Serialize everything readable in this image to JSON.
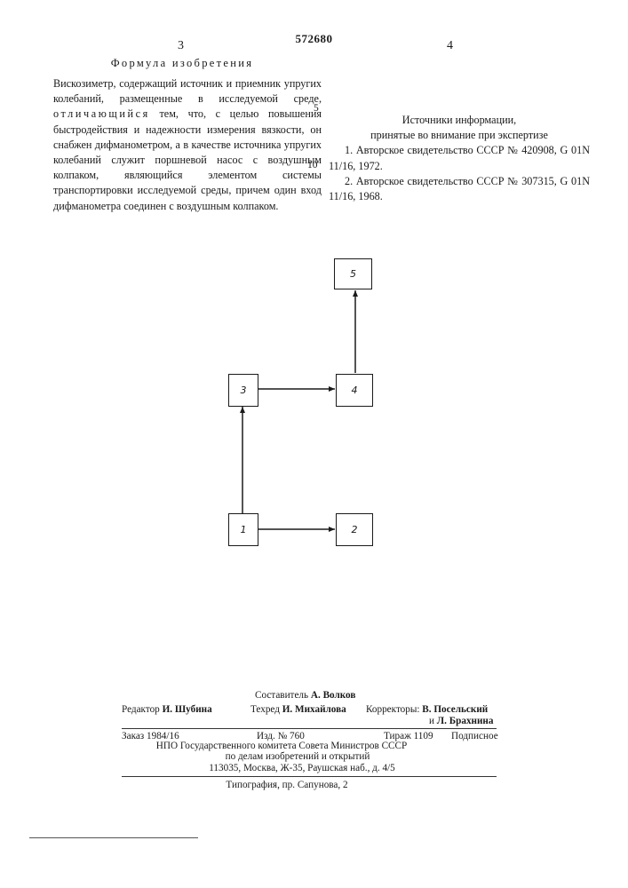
{
  "header": {
    "patent_number": "572680",
    "left_column_number": "3",
    "right_column_number": "4"
  },
  "claims": {
    "title": "Формула изобретения",
    "text_before": "Вискозиметр, содержащий источник и приемник упругих колебаний, размещенные в исследуемой среде, ",
    "emphasis": "отличающийся",
    "text_after": " тем, что, с целью повышения быстродействия и надежности измерения вязкости, он снабжен дифманометром, а в качестве источника упругих колебаний служит поршневой насос с воздушным колпаком, являющийся элементом системы транспортировки исследуемой среды, причем один вход дифманометра соединен с воздушным колпаком."
  },
  "line_numbers": [
    "5",
    "10"
  ],
  "sources": {
    "title": "Источники информации,",
    "subtitle": "принятые во внимание при экспертизе",
    "items": [
      "1. Авторское свидетельство СССР № 420908, G 01N 11/16, 1972.",
      "2. Авторское свидетельство СССР № 307315, G 01N 11/16, 1968."
    ]
  },
  "diagram": {
    "blocks": [
      {
        "id": "1",
        "label": "1"
      },
      {
        "id": "2",
        "label": "2"
      },
      {
        "id": "3",
        "label": "3"
      },
      {
        "id": "4",
        "label": "4"
      },
      {
        "id": "5",
        "label": "5"
      }
    ],
    "connections": [
      {
        "from": "1",
        "to": "2"
      },
      {
        "from": "1",
        "to": "3"
      },
      {
        "from": "3",
        "to": "4"
      },
      {
        "from": "4",
        "to": "5"
      }
    ]
  },
  "footer": {
    "compiler_label": "Составитель",
    "compiler_name": "А. Волков",
    "editor_label": "Редактор",
    "editor_name": "И. Шубина",
    "techred_label": "Техред",
    "techred_name": "И. Михайлова",
    "correctors_label": "Корректоры:",
    "corrector_1": "В. Посельский",
    "corrector_2_prefix": "и",
    "corrector_2": "Л. Брахнина",
    "order": "Заказ 1984/16",
    "edition": "Изд. № 760",
    "circulation": "Тираж 1109",
    "subscription": "Подписное",
    "publisher_line1": "НПО Государственного комитета Совета Министров СССР",
    "publisher_line2": "по делам изобретений и открытий",
    "publisher_address": "113035, Москва, Ж-35, Раушская наб., д. 4/5",
    "printer": "Типография, пр. Сапунова, 2"
  }
}
